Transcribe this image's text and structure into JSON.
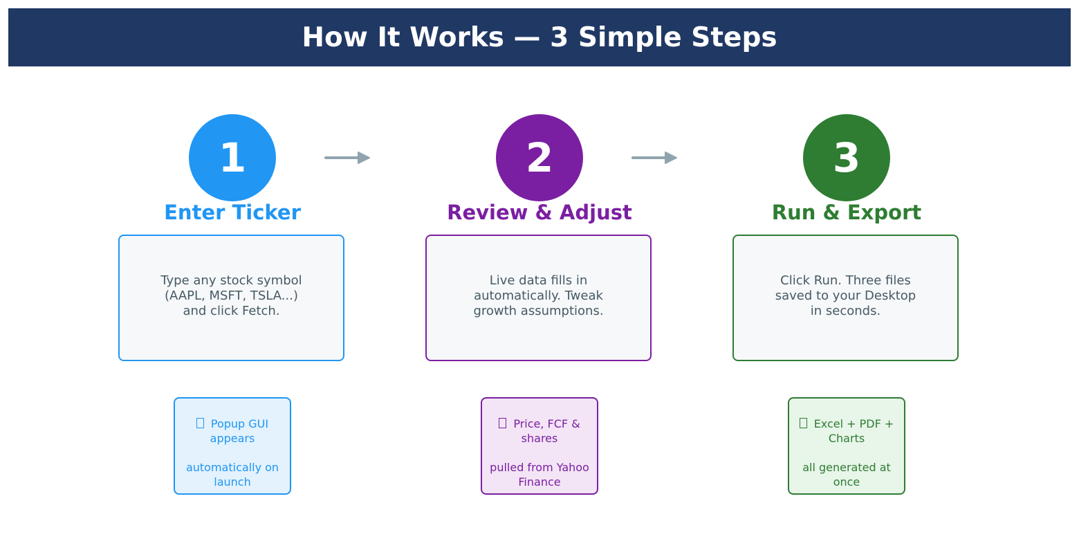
{
  "header": {
    "title": "How It Works — 3 Simple Steps"
  },
  "colors": {
    "banner": "#203864",
    "arrow": "#90a4ae",
    "body_text": "#455a64",
    "card_bg": "#f7f8fa"
  },
  "steps": [
    {
      "number": "1",
      "title": "Enter Ticker",
      "color": "#2196f3",
      "description": "Type any stock symbol\n(AAPL, MSFT, TSLA...)\nand click Fetch.",
      "badge": {
        "icon": "missing-glyph-icon",
        "line1": "Popup GUI appears",
        "line2": "automatically on launch",
        "bg": "#e3f2fd"
      }
    },
    {
      "number": "2",
      "title": "Review & Adjust",
      "color": "#7b1fa2",
      "description": "Live data fills in\nautomatically. Tweak\ngrowth assumptions.",
      "badge": {
        "icon": "missing-glyph-icon",
        "line1": "Price, FCF & shares",
        "line2": "pulled from Yahoo Finance",
        "bg": "#f3e5f5"
      }
    },
    {
      "number": "3",
      "title": "Run & Export",
      "color": "#2e7d32",
      "description": "Click Run. Three files\nsaved to your Desktop\nin seconds.",
      "badge": {
        "icon": "missing-glyph-icon",
        "line1": "Excel  +  PDF  +  Charts",
        "line2": "all generated at once",
        "bg": "#e8f5e9"
      }
    }
  ],
  "arrows": [
    {
      "from": "1",
      "to": "2"
    },
    {
      "from": "2",
      "to": "3"
    }
  ]
}
